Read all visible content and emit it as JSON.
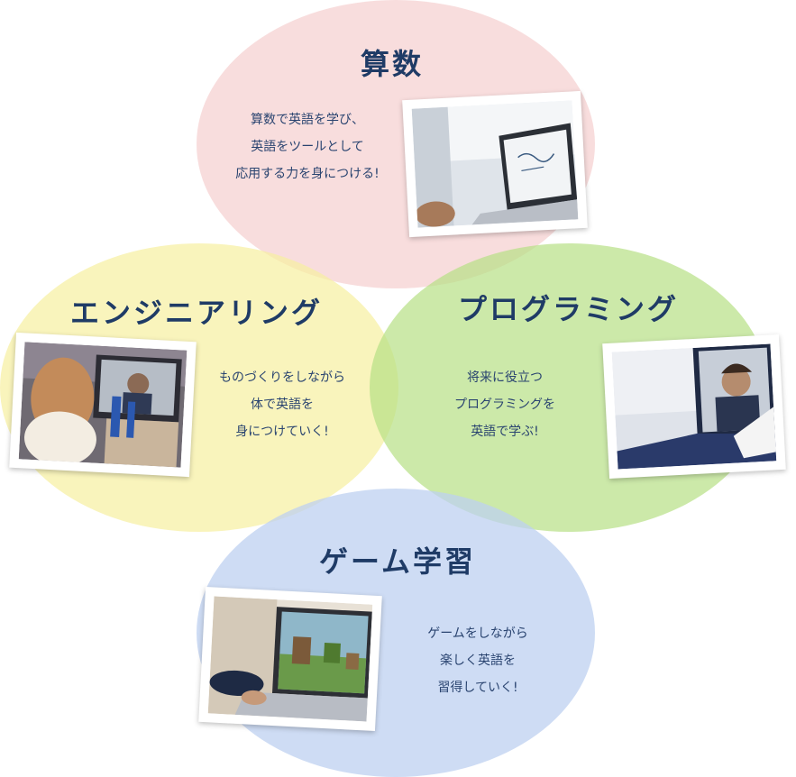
{
  "sections": {
    "math": {
      "title": "算数",
      "lines": [
        "算数で英語を学び、",
        "英語をツールとして",
        "応用する力を身につける!"
      ],
      "color": "#f8dcdc"
    },
    "engineering": {
      "title": "エンジニアリング",
      "lines": [
        "ものづくりをしながら",
        "体で英語を",
        "身につけていく!"
      ],
      "color": "#f7f2a8"
    },
    "programming": {
      "title": "プログラミング",
      "lines": [
        "将来に役立つ",
        "プログラミングを",
        "英語で学ぶ!"
      ],
      "color": "#c8e8a0"
    },
    "game": {
      "title": "ゲーム学習",
      "lines": [
        "ゲームをしながら",
        "楽しく英語を",
        "習得していく!"
      ],
      "color": "#cad8f2"
    }
  },
  "icons": {
    "math_photo": "child-drawing-on-laptop-photo",
    "engineering_photo": "girl-video-call-building-photo",
    "programming_photo": "teacher-video-call-photo",
    "game_photo": "minecraft-on-laptop-photo"
  }
}
